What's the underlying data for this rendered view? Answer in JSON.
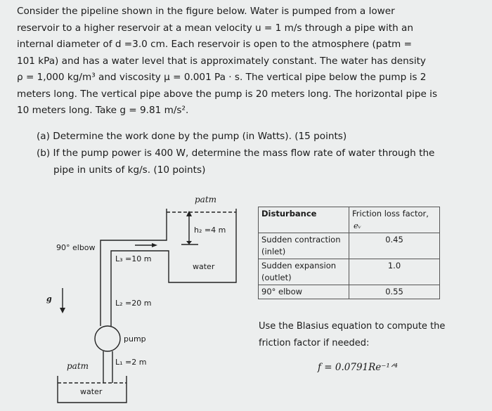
{
  "problem": {
    "lines": [
      "Consider the pipeline shown in the figure below.  Water is pumped from a lower",
      "reservoir to a higher reservoir at a mean velocity u = 1 m/s through a pipe with an",
      "internal  diameter of d =3.0 cm.  Each reservoir is open to the atmosphere (patm =",
      "101 kPa) and has a water level that is approximately constant.  The water has density",
      "ρ = 1,000 kg/m³ and viscosity μ = 0.001 Pa · s. The vertical pipe below the pump is 2",
      "meters long.  The vertical pipe above the pump is 20 meters long.  The horizontal pipe is",
      "10 meters long.  Take g = 9.81 m/s²."
    ],
    "part_a": "(a) Determine the work done by the pump (in Watts).  (15 points)",
    "part_b_1": "(b) If the pump power is 400 W, determine the mass flow rate of water through the",
    "part_b_2": "pipe in units of kg/s.  (10 points)"
  },
  "figure": {
    "patm_top": "patm",
    "patm_bottom": "patm",
    "h2": "h₂ =4 m",
    "elbow": "90° elbow",
    "L3": "L₃ =10 m",
    "L2": "L₂ =20 m",
    "L1": "L₁ =2 m",
    "pump": "pump",
    "water_top": "water",
    "water_bottom": "water",
    "g": "g"
  },
  "table": {
    "headers": [
      "Disturbance",
      "Friction loss factor,",
      "eᵥ"
    ],
    "rows": [
      {
        "disturbance": "Sudden contraction (inlet)",
        "factor": "0.45"
      },
      {
        "disturbance": "Sudden expansion (outlet)",
        "factor": "1.0"
      },
      {
        "disturbance": "90° elbow",
        "factor": "0.55"
      }
    ]
  },
  "blasius": {
    "line1": "Use the Blasius equation to compute the",
    "line2": "friction factor if needed:",
    "equation": "f = 0.0791Re⁻¹ᐟ⁴"
  }
}
